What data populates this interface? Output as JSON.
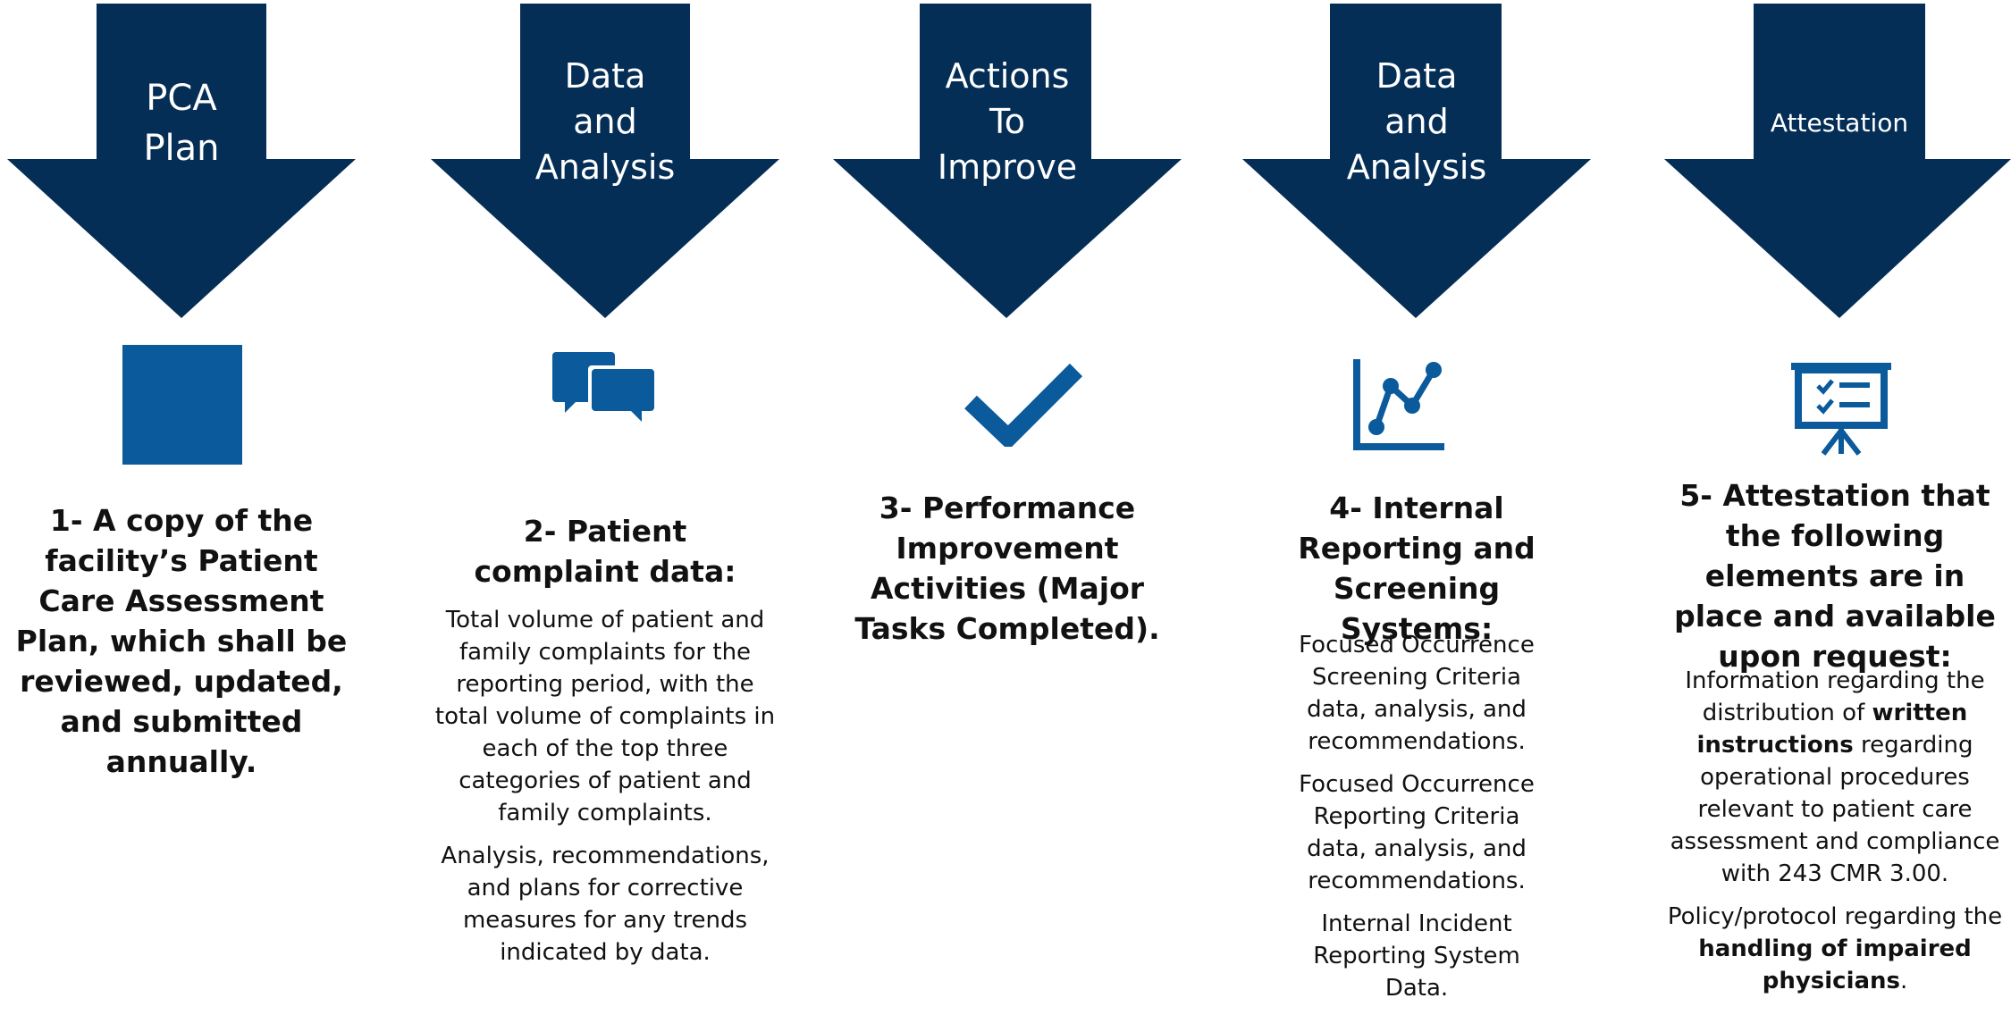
{
  "colors": {
    "arrow_fill": "#052e56",
    "icon_fill": "#0a5a9c",
    "text": "#111111"
  },
  "columns": [
    {
      "arrow_label": "PCA\nPlan",
      "icon": "square-icon",
      "heading": "1- A copy of the facility’s Patient Care Assessment Plan, which shall be reviewed, updated, and submitted annually.",
      "paragraphs": []
    },
    {
      "arrow_label": "Data\nand\nAnalysis",
      "icon": "speech-bubbles-icon",
      "heading": "2- Patient complaint data:",
      "paragraphs": [
        "Total volume of patient and family complaints for the reporting period, with the total volume of complaints in each of the top three categories of patient and family complaints.",
        "Analysis, recommendations, and plans for corrective measures for any trends indicated by data."
      ]
    },
    {
      "arrow_label": "Actions\nTo\nImprove",
      "icon": "checkmark-icon",
      "heading": "3- Performance Improvement Activities (Major Tasks Completed).",
      "paragraphs": []
    },
    {
      "arrow_label": "Data\nand\nAnalysis",
      "icon": "line-chart-icon",
      "heading": "4- Internal Reporting and Screening Systems:",
      "paragraphs": [
        "Focused Occurrence Screening Criteria data, analysis, and recommendations.",
        "Focused Occurrence Reporting Criteria data, analysis, and recommendations.",
        "Internal Incident Reporting System Data."
      ]
    },
    {
      "arrow_label": "Attestation",
      "icon": "presentation-board-icon",
      "heading": "5- Attestation that the following elements are in place and available upon request:",
      "paragraphs_rich": [
        {
          "before": "Information regarding the distribution of ",
          "bold": "written instructions",
          "after": " regarding operational procedures relevant to patient care assessment and compliance with 243 CMR 3.00."
        },
        {
          "before": "Policy/protocol regarding the ",
          "bold": "handling of impaired physicians",
          "after": "."
        }
      ]
    }
  ]
}
